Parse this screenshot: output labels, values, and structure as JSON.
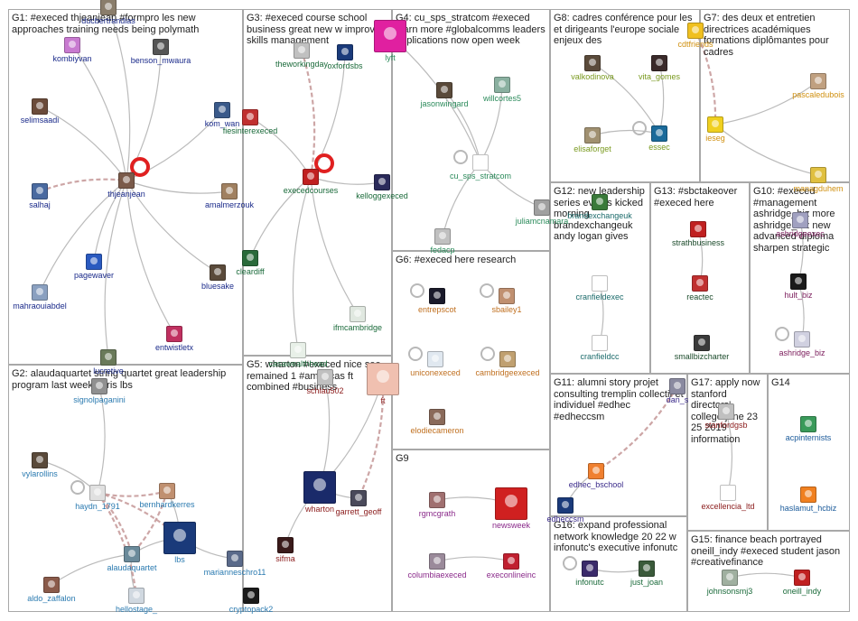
{
  "groups": [
    {
      "id": "G1",
      "title": "G1: #execed thjeanjean #formpro les new approaches training needs being polymath"
    },
    {
      "id": "G2",
      "title": "G2: alaudaquartet string quartet great leadership program last week paris lbs"
    },
    {
      "id": "G3",
      "title": "G3: #execed course school business great new w improve skills management"
    },
    {
      "id": "G4",
      "title": "G4: cu_sps_stratcom #execed learn more #globalcomms leaders applications now open week"
    },
    {
      "id": "G5",
      "title": "G5: wharton #execed nice see remained 1 #americas ft combined #business"
    },
    {
      "id": "G6",
      "title": "G6: #execed here research"
    },
    {
      "id": "G7",
      "title": "G7: des deux et entretien directrices académiques formations diplômantes pour cadres"
    },
    {
      "id": "G8",
      "title": "G8: cadres conférence pour les et dirigeants l'europe sociale enjeux des"
    },
    {
      "id": "G9",
      "title": "G9"
    },
    {
      "id": "G10",
      "title": "G10: #execed #management ashridge_biz more ashridge_biz new advanced diploma sharpen strategic"
    },
    {
      "id": "G11",
      "title": "G11: alumni story projet consulting tremplin collectif et individuel #edhec #edheccsm"
    },
    {
      "id": "G12",
      "title": "G12: new leadership series events kicked morning brandexchangeuk andy logan gives"
    },
    {
      "id": "G13",
      "title": "G13: #sbctakeover #execed here"
    },
    {
      "id": "G14",
      "title": "G14"
    },
    {
      "id": "G15",
      "title": "G15: finance beach portrayed oneill_indy #execed student jason #creativefinance"
    },
    {
      "id": "G16",
      "title": "G16: expand professional network knowledge 20 22 w infonutc's executive infonutc"
    },
    {
      "id": "G17",
      "title": "G17: apply now stanford directors' college june 23 25 2019 information"
    }
  ],
  "nodes": [
    {
      "id": "kombiyvan",
      "group": "G1",
      "color": "#c87ad0"
    },
    {
      "id": "benson_mwaura",
      "group": "G1",
      "color": "#555555"
    },
    {
      "id": "ducbertrandias",
      "group": "G1",
      "color": "#8a7d6b"
    },
    {
      "id": "selimsaadi",
      "group": "G1",
      "color": "#6b4b3a"
    },
    {
      "id": "kom_wan",
      "group": "G1",
      "color": "#3a5a8a"
    },
    {
      "id": "thjeanjean",
      "group": "G1",
      "color": "#7a5a4a"
    },
    {
      "id": "salhaj",
      "group": "G1",
      "color": "#4a6aa0"
    },
    {
      "id": "amalmerzouk",
      "group": "G1",
      "color": "#a08060"
    },
    {
      "id": "pagewaver",
      "group": "G1",
      "color": "#2a5ac0"
    },
    {
      "id": "bluesake",
      "group": "G1",
      "color": "#5a4a3a"
    },
    {
      "id": "mahraouiabdel",
      "group": "G1",
      "color": "#8aa0c0"
    },
    {
      "id": "entwistletx",
      "group": "G1",
      "color": "#c03060"
    },
    {
      "id": "lucretive",
      "group": "G1",
      "color": "#6a7a5a"
    },
    {
      "id": "signolpaganini",
      "group": "G2",
      "color": "#909090"
    },
    {
      "id": "vylarollins",
      "group": "G2",
      "color": "#5a4a3a"
    },
    {
      "id": "haydn_1791",
      "group": "G2",
      "color": "#e0e0e0"
    },
    {
      "id": "bernhardkerres",
      "group": "G2",
      "color": "#c09070"
    },
    {
      "id": "lbs",
      "group": "G2",
      "color": "#1a3a7a"
    },
    {
      "id": "alaudaquartet",
      "group": "G2",
      "color": "#6a8a9a"
    },
    {
      "id": "marianneschro11",
      "group": "G2",
      "color": "#5a6a8a"
    },
    {
      "id": "aldo_zaffalon",
      "group": "G2",
      "color": "#8a5a4a"
    },
    {
      "id": "hellostage_",
      "group": "G2",
      "color": "#d0d8e0"
    },
    {
      "id": "cryptopack2",
      "group": "G2",
      "color": "#1a1a1a"
    },
    {
      "id": "oxfordsbs",
      "group": "G3",
      "color": "#1a3a7a"
    },
    {
      "id": "theworkingday",
      "group": "G3",
      "color": "#c0c0c0"
    },
    {
      "id": "fiesinterexeced",
      "group": "G3",
      "color": "#c03030"
    },
    {
      "id": "execedcourses",
      "group": "G3",
      "color": "#c02020"
    },
    {
      "id": "kelloggexeced",
      "group": "G3",
      "color": "#2a2a5a"
    },
    {
      "id": "cleardiff",
      "group": "G3",
      "color": "#2a6a3a"
    },
    {
      "id": "ifmcambridge",
      "group": "G3",
      "color": "#e0e8e0"
    },
    {
      "id": "casawealthhead",
      "group": "G3",
      "color": "#e8f0e8"
    },
    {
      "id": "lyft",
      "group": "G4",
      "color": "#e020a0"
    },
    {
      "id": "jasonwingard",
      "group": "G4",
      "color": "#5a4a3a"
    },
    {
      "id": "willcortes5",
      "group": "G4",
      "color": "#8ab0a0"
    },
    {
      "id": "cu_sps_stratcom",
      "group": "G4",
      "color": "#ffffff"
    },
    {
      "id": "juliamcnamara",
      "group": "G4",
      "color": "#a0a0a0"
    },
    {
      "id": "fedacp",
      "group": "G4",
      "color": "#c0c0c0"
    },
    {
      "id": "wharton",
      "group": "G5",
      "color": "#1a2a6a"
    },
    {
      "id": "garrett_geoff",
      "group": "G5",
      "color": "#4a4a5a"
    },
    {
      "id": "ft",
      "group": "G5",
      "color": "#f0c0b0"
    },
    {
      "id": "sifma",
      "group": "G5",
      "color": "#3a1a1a"
    },
    {
      "id": "schlau502",
      "group": "G5",
      "color": "#c0c0c0"
    },
    {
      "id": "entrepscot",
      "group": "G6",
      "color": "#1a1a2a"
    },
    {
      "id": "sbailey1",
      "group": "G6",
      "color": "#c09070"
    },
    {
      "id": "uniconexeced",
      "group": "G6",
      "color": "#e0e8f0"
    },
    {
      "id": "cambridgeexeced",
      "group": "G6",
      "color": "#c0a070"
    },
    {
      "id": "elodiecameron",
      "group": "G6",
      "color": "#8a6a5a"
    },
    {
      "id": "valkodinova",
      "group": "G8",
      "color": "#5a4a3a"
    },
    {
      "id": "vita_gomes",
      "group": "G8",
      "color": "#3a2a2a"
    },
    {
      "id": "elisaforget",
      "group": "G8",
      "color": "#a09070"
    },
    {
      "id": "essec",
      "group": "G8",
      "color": "#1a6a9a"
    },
    {
      "id": "cdtfriends",
      "group": "G7",
      "color": "#f0c020"
    },
    {
      "id": "pascaledubois",
      "group": "G7",
      "color": "#c0a080"
    },
    {
      "id": "ieseg",
      "group": "G7",
      "color": "#f0d020"
    },
    {
      "id": "managduhem",
      "group": "G7",
      "color": "#e0c040"
    },
    {
      "id": "rgmcgrath",
      "group": "G9",
      "color": "#a07070"
    },
    {
      "id": "newsweek",
      "group": "G9",
      "color": "#d02020"
    },
    {
      "id": "columbiaexeced",
      "group": "G9",
      "color": "#9a8a9a"
    },
    {
      "id": "execonlineinc",
      "group": "G9",
      "color": "#c02030"
    },
    {
      "id": "strathbusiness",
      "group": "G13",
      "color": "#c02020"
    },
    {
      "id": "reactec",
      "group": "G13",
      "color": "#c03030"
    },
    {
      "id": "smallbizcharter",
      "group": "G13",
      "color": "#3a3a3a"
    },
    {
      "id": "cranfieldexec",
      "group": "G12",
      "color": "#ffffff"
    },
    {
      "id": "cranfieldcc",
      "group": "G12",
      "color": "#ffffff"
    },
    {
      "id": "brandexchangeuk",
      "group": "G12",
      "color": "#3a7a3a"
    },
    {
      "id": "hult_biz",
      "group": "G10",
      "color": "#1a1a1a"
    },
    {
      "id": "ashridge_biz",
      "group": "G10",
      "color": "#d0d0e0"
    },
    {
      "id": "ashridgeexec",
      "group": "G10",
      "color": "#a0a0c0"
    },
    {
      "id": "edhec_bschool",
      "group": "G11",
      "color": "#f08030"
    },
    {
      "id": "edheccsm",
      "group": "G11",
      "color": "#1a3a7a"
    },
    {
      "id": "dan_s",
      "group": "G11",
      "color": "#8a8aa0"
    },
    {
      "id": "stanfordgsb",
      "group": "G17",
      "color": "#c0c0c0"
    },
    {
      "id": "excellencia_ltd",
      "group": "G17",
      "color": "#ffffff"
    },
    {
      "id": "acpinternists",
      "group": "G14",
      "color": "#3a9a5a"
    },
    {
      "id": "haslamut_hcbiz",
      "group": "G14",
      "color": "#f08020"
    },
    {
      "id": "infonutc",
      "group": "G16",
      "color": "#3a2a6a"
    },
    {
      "id": "just_joan",
      "group": "G16",
      "color": "#3a5a3a"
    },
    {
      "id": "johnsonsmj3",
      "group": "G15",
      "color": "#a0b0a0"
    },
    {
      "id": "oneill_indy",
      "group": "G15",
      "color": "#c02020"
    }
  ],
  "colors": {
    "panel_border": "#a8a8a8",
    "edge": "#aaaaaa",
    "reply_edge": "#c09090",
    "hub_marker": "#e02020"
  }
}
